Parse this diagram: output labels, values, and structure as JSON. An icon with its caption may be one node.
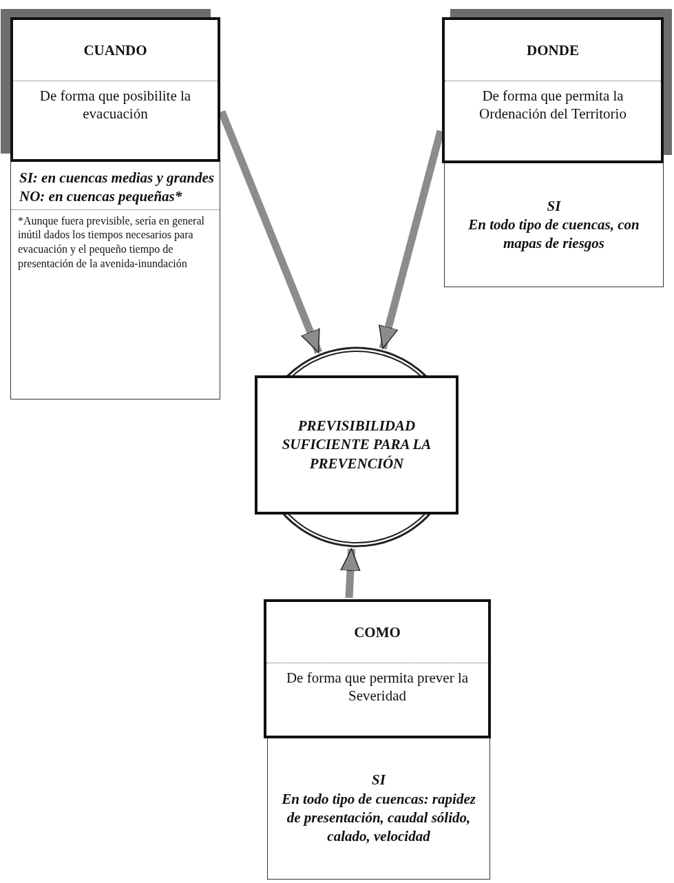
{
  "diagram": {
    "nodes": [
      {
        "text": [
          "CUANDO",
          "De forma que posibilite la evacuación"
        ]
      },
      {
        "text": [
          "SI: en cuencas medias y grandes",
          "NO: en cuencas pequeñas*",
          "*Aunque fuera previsible, sería en general inútil dados los tiempos necesarios para evacuación y el pequeño tiempo de presentación de la avenida-inundación"
        ]
      },
      {
        "text": [
          "DONDE",
          "De forma que permita la Ordenación del Territorio"
        ]
      },
      {
        "text": [
          "SI",
          "En todo tipo de cuencas, con mapas de riesgos"
        ]
      },
      {
        "text": [
          "PREVISIBILIDAD SUFICIENTE PARA LA PREVENCIÓN"
        ]
      },
      {
        "text": [
          "COMO",
          "De forma que permita prever la Severidad"
        ]
      },
      {
        "text": [
          "SI",
          "En todo tipo de cuencas: rapidez de presentación, caudal sólido, calado, velocidad"
        ]
      }
    ],
    "edges": [
      {
        "from": 0,
        "to": 4,
        "arrow": "to"
      },
      {
        "from": 2,
        "to": 4,
        "arrow": "to"
      },
      {
        "from": 5,
        "to": 4,
        "arrow": "to"
      }
    ]
  }
}
